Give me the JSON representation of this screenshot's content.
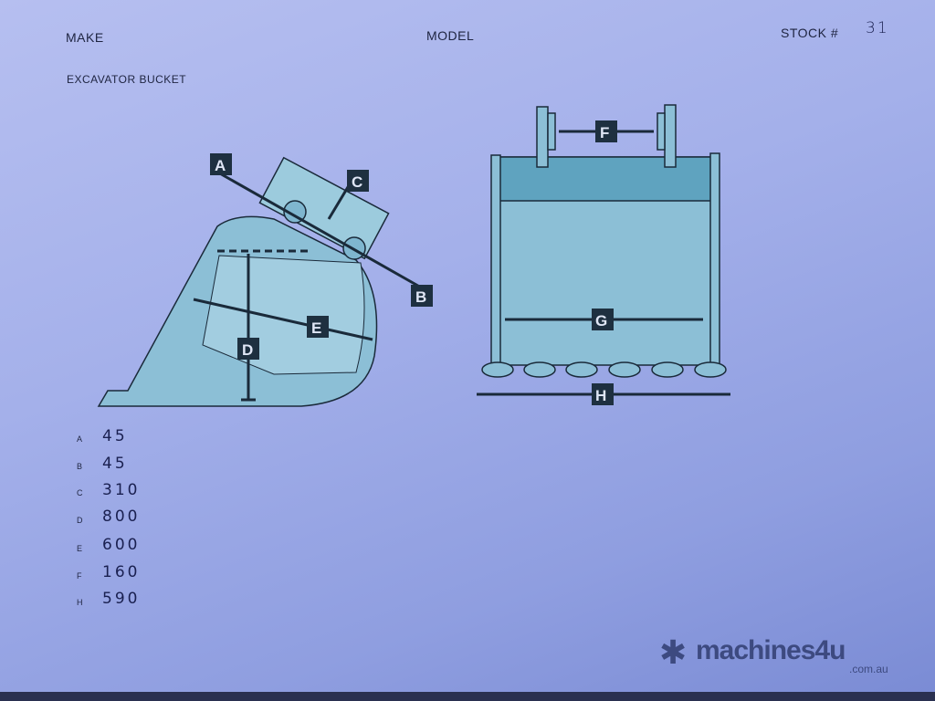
{
  "header": {
    "make_label": "MAKE",
    "model_label": "MODEL",
    "stock_label": "STOCK #",
    "stock_value": "31"
  },
  "subtitle": "EXCAVATOR BUCKET",
  "diagram_labels": {
    "A": "A",
    "B": "B",
    "C": "C",
    "D": "D",
    "E": "E",
    "F": "F",
    "G": "G",
    "H": "H"
  },
  "measurements": [
    {
      "label": "A",
      "value": "45"
    },
    {
      "label": "B",
      "value": "45"
    },
    {
      "label": "C",
      "value": "310"
    },
    {
      "label": "D",
      "value": "800"
    },
    {
      "label": "E",
      "value": "600"
    },
    {
      "label": "F",
      "value": "160"
    },
    {
      "label": "H",
      "value": "590"
    }
  ],
  "logo": {
    "name": "machines4u",
    "domain": ".com.au"
  },
  "colors": {
    "bucket_fill": "#8cbfd6",
    "bucket_dark": "#5fa3bf",
    "line": "#1a2a3a",
    "label_bg": "#1e3040"
  }
}
